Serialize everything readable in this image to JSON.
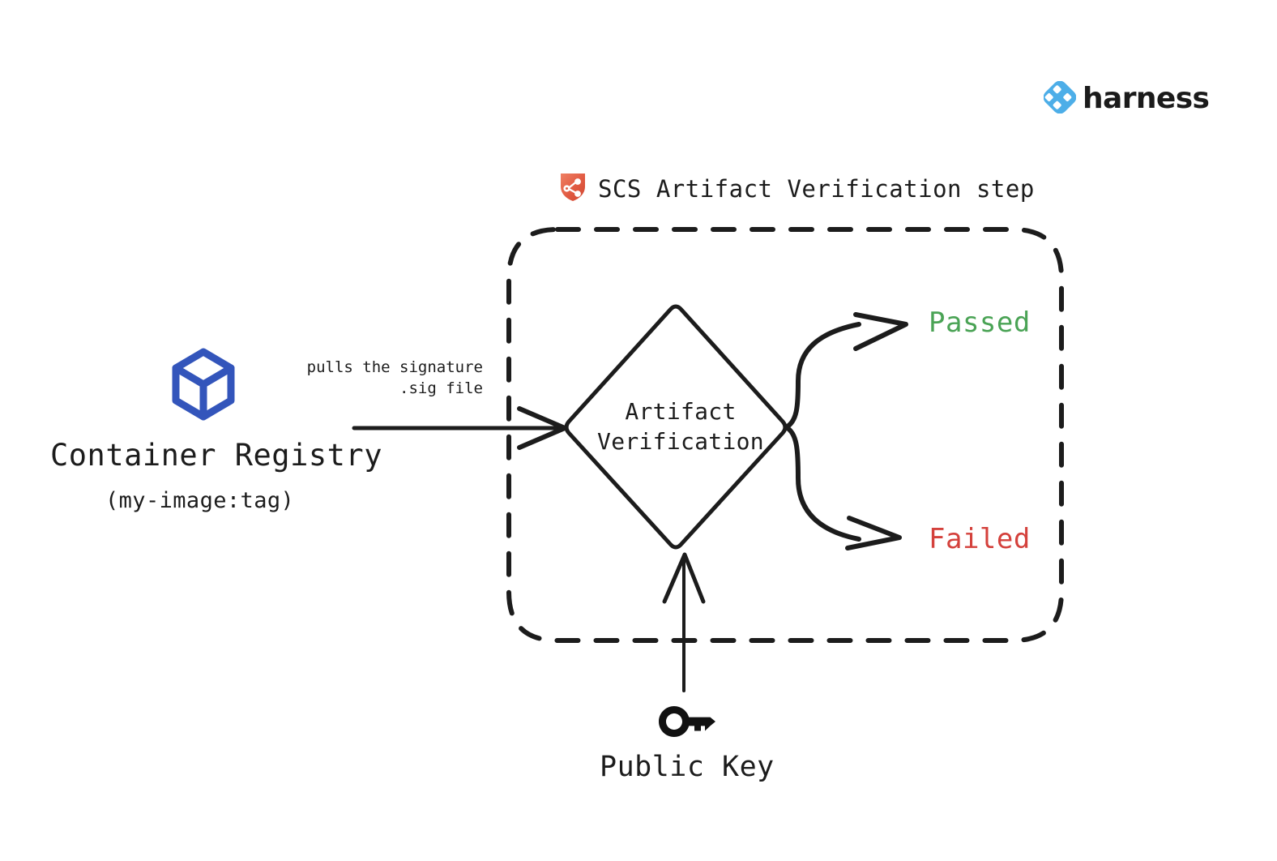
{
  "brand": {
    "name": "harness",
    "logo_icon": "harness-diamond-logo-icon",
    "logo_color": "#4DAEE8",
    "text_color": "#1b1b1b"
  },
  "diagram": {
    "title": "SCS Artifact Verification step",
    "title_icon": "shield-network-icon",
    "title_icon_color": "#e05a44",
    "container": {
      "style": "dashed-rounded-box",
      "stroke_color": "#1c1c1c"
    },
    "nodes": [
      {
        "id": "container-registry",
        "icon": "cube-icon",
        "icon_color": "#3355bb",
        "title": "Container Registry",
        "subtitle": "(my-image:tag)"
      },
      {
        "id": "artifact-verification",
        "shape": "diamond",
        "label": "Artifact\nVerification"
      },
      {
        "id": "public-key",
        "icon": "key-icon",
        "icon_color": "#111111",
        "title": "Public Key"
      }
    ],
    "outcomes": [
      {
        "id": "passed",
        "label": "Passed",
        "color": "#4aa355"
      },
      {
        "id": "failed",
        "label": "Failed",
        "color": "#d4413c"
      }
    ],
    "edges": [
      {
        "id": "registry-to-verification",
        "from": "container-registry",
        "to": "artifact-verification",
        "label": "pulls the signature\n.sig file"
      },
      {
        "id": "publickey-to-verification",
        "from": "public-key",
        "to": "artifact-verification",
        "label": ""
      },
      {
        "id": "verification-to-passed",
        "from": "artifact-verification",
        "to": "passed",
        "label": ""
      },
      {
        "id": "verification-to-failed",
        "from": "artifact-verification",
        "to": "failed",
        "label": ""
      }
    ]
  }
}
